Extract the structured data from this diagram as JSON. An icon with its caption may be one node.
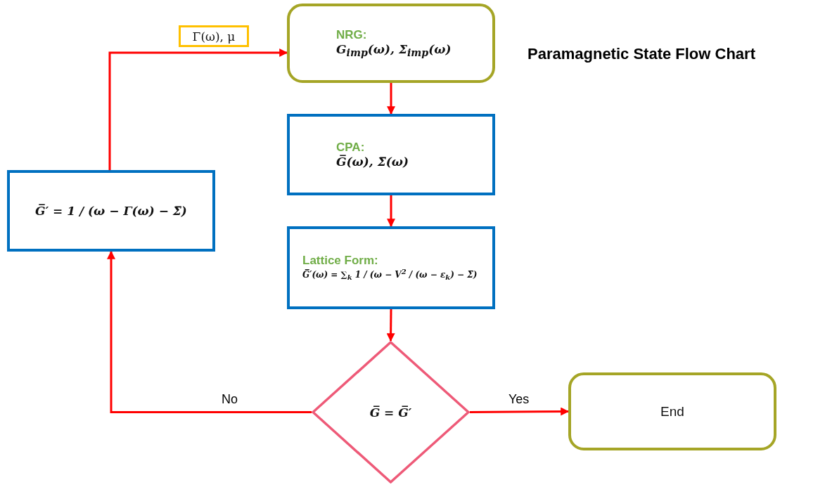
{
  "diagram": {
    "title": "Paramagnetic State Flow Chart",
    "nodes": [
      {
        "text": [
          "NRG:",
          "G$_{imp}$(ω), Σ$_{imp}$(ω)"
        ]
      },
      {
        "text": [
          "CPA:",
          "G̅(ω), Σ̅(ω)"
        ]
      },
      {
        "text": [
          "Lattice Form:",
          "G̅′(ω) = ∑$_{k}$ 1 / (ω − V$^{2}$ / (ω − ε$_{k}$) − Σ̅)"
        ]
      },
      {
        "text": [
          "G̅ = G̅′"
        ]
      },
      {
        "text": [
          "End"
        ]
      },
      {
        "text": [
          "G̅′ = 1 / (ω − Γ(ω) − Σ̅)"
        ]
      },
      {
        "text": [
          "Γ(ω), μ"
        ]
      }
    ],
    "edges": [
      {
        "from": 0,
        "to": 1,
        "arrow": "to"
      },
      {
        "from": 1,
        "to": 2,
        "arrow": "to"
      },
      {
        "from": 2,
        "to": 3,
        "arrow": "to"
      },
      {
        "from": 3,
        "to": 5,
        "label": "No",
        "arrow": "to"
      },
      {
        "from": 3,
        "to": 4,
        "label": "Yes",
        "arrow": "to"
      },
      {
        "from": 5,
        "to": 0,
        "arrow": "to"
      }
    ]
  }
}
